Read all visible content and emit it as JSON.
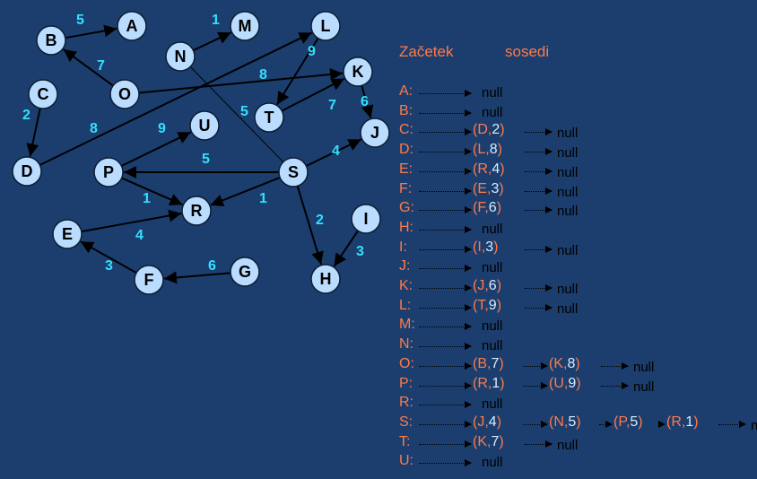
{
  "graph": {
    "nodes": [
      {
        "id": "A",
        "label": "A"
      },
      {
        "id": "B",
        "label": "B"
      },
      {
        "id": "C",
        "label": "C"
      },
      {
        "id": "D",
        "label": "D"
      },
      {
        "id": "E",
        "label": "E"
      },
      {
        "id": "F",
        "label": "F"
      },
      {
        "id": "G",
        "label": "G"
      },
      {
        "id": "H",
        "label": "H"
      },
      {
        "id": "I",
        "label": "I"
      },
      {
        "id": "J",
        "label": "J"
      },
      {
        "id": "K",
        "label": "K"
      },
      {
        "id": "L",
        "label": "L"
      },
      {
        "id": "M",
        "label": "M"
      },
      {
        "id": "N",
        "label": "N"
      },
      {
        "id": "O",
        "label": "O"
      },
      {
        "id": "P",
        "label": "P"
      },
      {
        "id": "R",
        "label": "R"
      },
      {
        "id": "S",
        "label": "S"
      },
      {
        "id": "T",
        "label": "T"
      },
      {
        "id": "U",
        "label": "U"
      }
    ],
    "edges": [
      {
        "from": "B",
        "to": "A",
        "weight": "5"
      },
      {
        "from": "O",
        "to": "B",
        "weight": "7"
      },
      {
        "from": "N",
        "to": "M",
        "weight": "1"
      },
      {
        "from": "L",
        "to": "T",
        "weight": "9"
      },
      {
        "from": "O",
        "to": "K",
        "weight": "8"
      },
      {
        "from": "C",
        "to": "D",
        "weight": "2"
      },
      {
        "from": "D",
        "to": "L",
        "weight": "8"
      },
      {
        "from": "K",
        "to": "J",
        "weight": "6"
      },
      {
        "from": "T",
        "to": "K",
        "weight": "7"
      },
      {
        "from": "S",
        "to": "N",
        "weight": "5"
      },
      {
        "from": "P",
        "to": "U",
        "weight": "9"
      },
      {
        "from": "S",
        "to": "J",
        "weight": "4"
      },
      {
        "from": "S",
        "to": "P",
        "weight": "5"
      },
      {
        "from": "P",
        "to": "R",
        "weight": "1"
      },
      {
        "from": "S",
        "to": "R",
        "weight": "1"
      },
      {
        "from": "E",
        "to": "R",
        "weight": "4"
      },
      {
        "from": "S",
        "to": "H",
        "weight": "2"
      },
      {
        "from": "I",
        "to": "H",
        "weight": "3"
      },
      {
        "from": "F",
        "to": "E",
        "weight": "3"
      },
      {
        "from": "G",
        "to": "F",
        "weight": "6"
      }
    ]
  },
  "table": {
    "header_start": "Začetek",
    "header_neighbors": "sosedi",
    "null_text": "null",
    "rows": [
      {
        "label": "A:",
        "pairs": []
      },
      {
        "label": "B:",
        "pairs": []
      },
      {
        "label": "C:",
        "pairs": [
          {
            "node": "D",
            "weight": "2"
          }
        ]
      },
      {
        "label": "D:",
        "pairs": [
          {
            "node": "L",
            "weight": "8"
          }
        ]
      },
      {
        "label": "E:",
        "pairs": [
          {
            "node": "R",
            "weight": "4"
          }
        ]
      },
      {
        "label": "F:",
        "pairs": [
          {
            "node": "E",
            "weight": "3"
          }
        ]
      },
      {
        "label": "G:",
        "pairs": [
          {
            "node": "F",
            "weight": "6"
          }
        ]
      },
      {
        "label": "H:",
        "pairs": []
      },
      {
        "label": "I:",
        "pairs": [
          {
            "node": "I",
            "weight": "3"
          }
        ]
      },
      {
        "label": "J:",
        "pairs": []
      },
      {
        "label": "K:",
        "pairs": [
          {
            "node": "J",
            "weight": "6"
          }
        ]
      },
      {
        "label": "L:",
        "pairs": [
          {
            "node": "T",
            "weight": "9"
          }
        ]
      },
      {
        "label": "M:",
        "pairs": []
      },
      {
        "label": "N:",
        "pairs": []
      },
      {
        "label": "O:",
        "pairs": [
          {
            "node": "B",
            "weight": "7"
          },
          {
            "node": "K",
            "weight": "8"
          }
        ]
      },
      {
        "label": "P:",
        "pairs": [
          {
            "node": "R",
            "weight": "1"
          },
          {
            "node": "U",
            "weight": "9"
          }
        ]
      },
      {
        "label": "R:",
        "pairs": []
      },
      {
        "label": "S:",
        "pairs": [
          {
            "node": "J",
            "weight": "4"
          },
          {
            "node": "N",
            "weight": "5"
          },
          {
            "node": "P",
            "weight": "5"
          },
          {
            "node": "R",
            "weight": "1"
          }
        ]
      },
      {
        "label": "T:",
        "pairs": [
          {
            "node": "K",
            "weight": "7"
          }
        ]
      },
      {
        "label": "U:",
        "pairs": []
      }
    ]
  },
  "colors": {
    "background": "#1b3e6e",
    "node_fill": "#b9dcff",
    "weight_text": "#33e0ff",
    "label_text": "#ff7a4a"
  }
}
